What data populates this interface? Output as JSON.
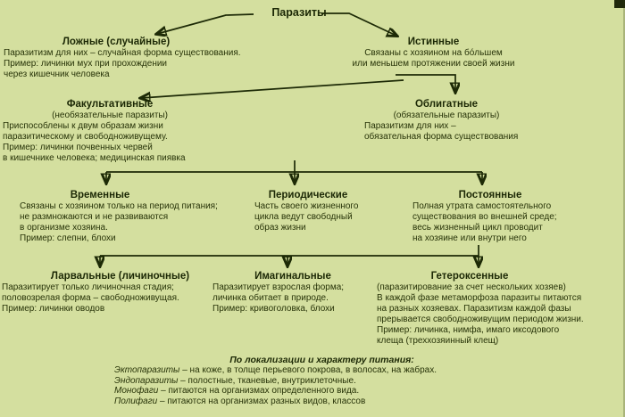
{
  "title": "Паразиты",
  "colors": {
    "background": "#d4df9f",
    "text": "#273308",
    "line": "#1d2a06"
  },
  "nodes": {
    "lozhnye": {
      "heading": "Ложные (случайные)",
      "lines": [
        "Паразитизм для них – случайная форма существования.",
        "Пример: личинки мух при прохождении",
        "через кишечник человека"
      ]
    },
    "istinnye": {
      "heading": "Истинные",
      "lines": [
        "Связаны с хозяином на бо́льшем",
        "или меньшем протяжении своей жизни"
      ]
    },
    "fakultativnye": {
      "heading": "Факультативные",
      "sub": "(необязательные паразиты)",
      "lines": [
        "Приспособлены к двум образам жизни",
        "паразитическому и свободноживущему.",
        "Пример: личинки почвенных червей",
        "в кишечнике человека; медицинская пиявка"
      ]
    },
    "obligatnye": {
      "heading": "Облигатные",
      "sub": "(обязательные паразиты)",
      "lines": [
        "Паразитизм для них –",
        "обязательная форма существования"
      ]
    },
    "vremennye": {
      "heading": "Временные",
      "lines": [
        "Связаны с хозяином только на период питания;",
        "не размножаются и не развиваются",
        "в организме хозяина.",
        "Пример: слепни, блохи"
      ]
    },
    "periodicheskie": {
      "heading": "Периодические",
      "lines": [
        "Часть своего жизненного",
        "цикла ведут свободный",
        "образ жизни"
      ]
    },
    "postoyannye": {
      "heading": "Постоянные",
      "lines": [
        "Полная утрата самостоятельного",
        "существования во внешней среде;",
        "весь жизненный цикл проводит",
        "на хозяине или внутри него"
      ]
    },
    "larvalnye": {
      "heading": "Ларвальные (личиночные)",
      "lines": [
        "Паразитирует только личиночная стадия;",
        "половозрелая форма – свободноживущая.",
        "Пример: личинки оводов"
      ]
    },
    "imaginalnye": {
      "heading": "Имагинальные",
      "lines": [
        "Паразитирует взрослая форма;",
        "личинка обитает в природе.",
        "Пример: кривоголовка, блохи"
      ]
    },
    "geteroksennye": {
      "heading": "Гетероксенные",
      "lines": [
        "(паразитирование за счет нескольких хозяев)",
        "В каждой фазе метаморфоза паразиты питаются",
        "на разных хозяевах. Паразитизм каждой фазы",
        "прерывается свободноживущим периодом жизни.",
        "Пример: личинка, нимфа, имаго иксодового",
        "клеща (треххозяинный клещ)"
      ]
    }
  },
  "legend": {
    "heading": "По локализации и характеру питания:",
    "items": [
      {
        "term": "Эктопаразиты",
        "text": " – на коже, в толще перьевого покрова, в волосах, на жабрах."
      },
      {
        "term": "Эндопаразиты",
        "text": " – полостные, тканевые, внутриклеточные."
      },
      {
        "term": "Монофаги",
        "text": " – питаются на организмах определенного вида."
      },
      {
        "term": "Полифаги",
        "text": " – питаются на организмах разных видов, классов"
      }
    ]
  }
}
